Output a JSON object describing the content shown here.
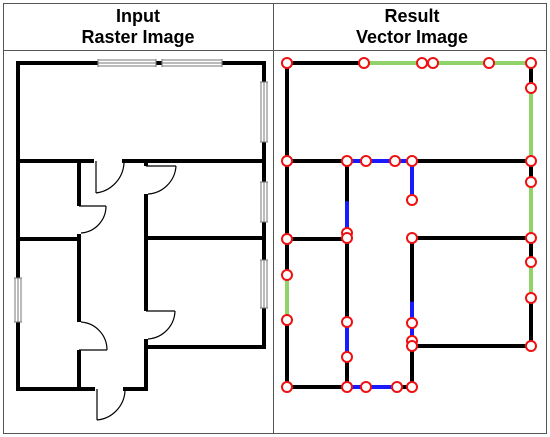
{
  "left_panel": {
    "title_line1": "Input",
    "title_line2": "Raster Image"
  },
  "right_panel": {
    "title_line1": "Result",
    "title_line2": "Vector Image"
  },
  "colors": {
    "wall": "#000000",
    "window_segment": "#8fd36a",
    "door_segment": "#1a1aff",
    "vertex_stroke": "#ee1111",
    "vertex_fill": "#ffffff",
    "frame": "#555555"
  },
  "icons": {
    "vertex": "red-circle-node",
    "door": "door-swing-arc",
    "window": "window-double-line"
  }
}
